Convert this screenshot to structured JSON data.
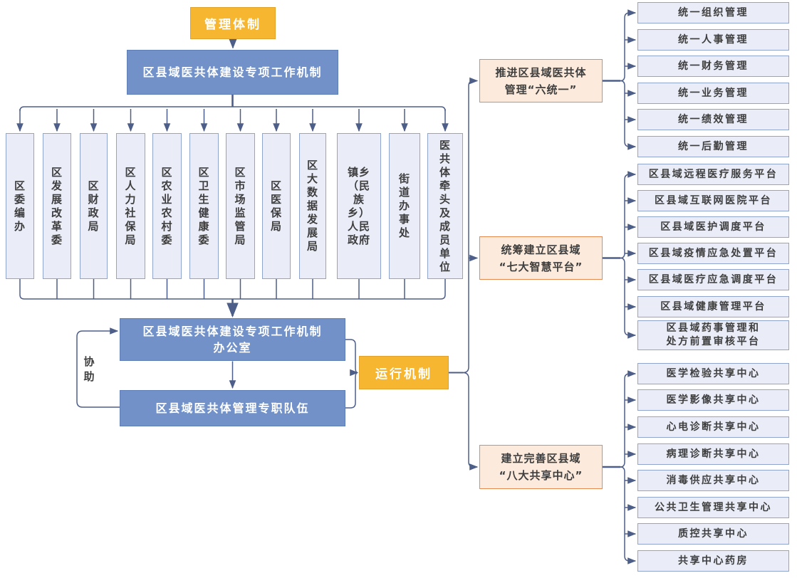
{
  "diagram": {
    "management_badge": "管理体制",
    "operation_badge": "运行机制",
    "main_mechanism": "区县域医共体建设专项工作机制",
    "office": "区县域医共体建设专项工作机制\n办公室",
    "team": "区县域医共体管理专职队伍",
    "assist_label": "协\n助",
    "departments": [
      {
        "label": "区\n委\n编\n办"
      },
      {
        "label": "区\n发\n展\n改\n革\n委"
      },
      {
        "label": "区\n财\n政\n局"
      },
      {
        "label": "区\n人\n力\n社\n保\n局"
      },
      {
        "label": "区\n农\n业\n农\n村\n委"
      },
      {
        "label": "区\n卫\n生\n健\n康\n委"
      },
      {
        "label": "区\n市\n场\n监\n管\n局"
      },
      {
        "label": "区\n医\n保\n局"
      },
      {
        "label": "区\n大\n数\n据\n发\n展\n局"
      },
      {
        "label": "镇乡\n（民\n族\n乡）\n人民\n政府"
      },
      {
        "label": "街\n道\n办\n事\n处"
      },
      {
        "label": "医\n共\n体\n牵\n头\n及\n成\n员\n单\n位"
      }
    ],
    "groups": [
      {
        "title": "推进区县域医共体\n管理“六统一”",
        "items": [
          "统一组织管理",
          "统一人事管理",
          "统一财务管理",
          "统一业务管理",
          "统一绩效管理",
          "统一后勤管理"
        ]
      },
      {
        "title": "统筹建立区县域\n“七大智慧平台”",
        "items": [
          "区县域远程医疗服务平台",
          "区县域互联网医院平台",
          "区县域医护调度平台",
          "区县域疫情应急处置平台",
          "区县域医疗应急调度平台",
          "区县域健康管理平台",
          "区县域药事管理和\n处方前置审核平台"
        ]
      },
      {
        "title": "建立完善区县域\n“八大共享中心”",
        "items": [
          "医学检验共享中心",
          "医学影像共享中心",
          "心电诊断共享中心",
          "病理诊断共享中心",
          "消毒供应共享中心",
          "公共卫生管理共享中心",
          "质控共享中心",
          "共享中心药房"
        ]
      }
    ],
    "colors": {
      "orange_fill": "#F7B62F",
      "orange_border": "#E0A22D",
      "blue_fill": "#7191C8",
      "blue_border": "#5F7EB5",
      "light_fill": "#EAEDF8",
      "light_border": "#8FA5CE",
      "peach_fill": "#FCEBDC",
      "peach_border": "#E78A50",
      "ink": "#3E3E3E",
      "line": "#4D5E88"
    }
  }
}
